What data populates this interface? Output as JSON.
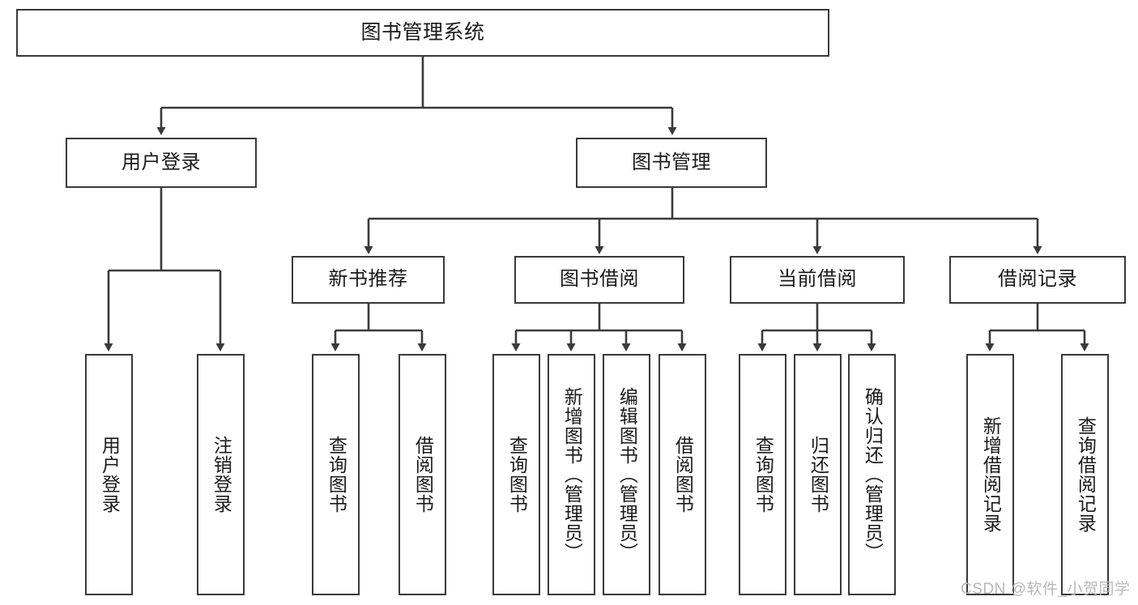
{
  "diagram": {
    "title": "图书管理系统",
    "watermark": "CSDN @软件_小贺同学",
    "line_color": "#3a3a3a",
    "box_fill": "#ffffff",
    "nodes": {
      "root": {
        "label": "图书管理系统"
      },
      "level2": [
        {
          "label": "用户登录"
        },
        {
          "label": "图书管理"
        }
      ],
      "level3": [
        {
          "label": "新书推荐"
        },
        {
          "label": "图书借阅"
        },
        {
          "label": "当前借阅"
        },
        {
          "label": "借阅记录"
        }
      ],
      "leaves": {
        "user_login": [
          {
            "label": "用户登录"
          },
          {
            "label": "注销登录"
          }
        ],
        "new_book_recommend": [
          {
            "label": "查询图书"
          },
          {
            "label": "借阅图书"
          }
        ],
        "book_borrow": [
          {
            "label": "查询图书"
          },
          {
            "label": "新增图书（管理员）"
          },
          {
            "label": "编辑图书（管理员）"
          },
          {
            "label": "借阅图书"
          }
        ],
        "current_borrow": [
          {
            "label": "查询图书"
          },
          {
            "label": "归还图书"
          },
          {
            "label": "确认归还（管理员）"
          }
        ],
        "borrow_record": [
          {
            "label": "新增借阅记录"
          },
          {
            "label": "查询借阅记录"
          }
        ]
      }
    }
  }
}
